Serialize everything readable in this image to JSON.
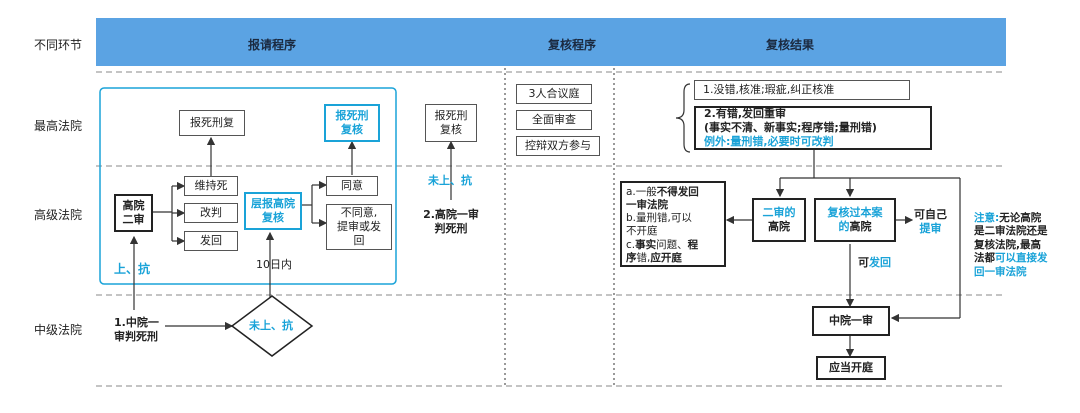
{
  "header": {
    "col0": "不同环节",
    "col1": "报请程序",
    "col2": "复核程序",
    "col3": "复核结果"
  },
  "rows": {
    "supreme": "最高法院",
    "high": "高级法院",
    "intermediate": "中级法院"
  },
  "left": {
    "report_review": "报死刑复",
    "maintain": "维持死",
    "modify": "改判",
    "remand": "发回",
    "high_second_line1": "高院",
    "high_second_line2": "二审",
    "layered_line1": "层报高院",
    "layered_line2": "复核",
    "agree": "同意",
    "disagree_line1": "不同意,",
    "disagree_line2": "提审或发",
    "disagree_line3": "回",
    "report_supreme_line1": "报死刑",
    "report_supreme_line2": "复核",
    "appeal": "上、抗",
    "ten_days": "10日内",
    "first_instance_line1": "1.中院一",
    "first_instance_line2": "审判死刑",
    "no_appeal_diamond": "未上、抗"
  },
  "middle": {
    "report_box_line1": "报死刑",
    "report_box_line2": "复核",
    "no_appeal": "未上、抗",
    "high_first_line1": "2.高院一审",
    "high_first_line2": "判死刑"
  },
  "review": {
    "panel": "3人合议庭",
    "full_review": "全面审查",
    "hearing": "控辩双方参与"
  },
  "result": {
    "correct": "1.没错,核准;瑕疵,纠正核准",
    "error_line1": "2.有错,发回重审",
    "error_line2": "(事实不清、新事实;程序错;量刑错)",
    "exception": "例外:量刑错,必要时可改判",
    "second_court_line1": "二审的",
    "second_court_line2": "高院",
    "review_court_line1": "复核过本案",
    "review_court_line2": "的",
    "review_court_line3": "高院",
    "self_line1": "可自己",
    "self_line2": "提审",
    "can": "可",
    "remand_word": "发回",
    "intermediate_first": "中院一审",
    "must_open": "应当开庭",
    "notes": {
      "a1": "a.一般",
      "a2": "不得发回",
      "a3": "一审法院",
      "b1": "b.量刑错,可以",
      "b2": "不开庭",
      "c1": "c.",
      "c2": "事实",
      "c3": "问题、",
      "c4": "程",
      "c5": "序",
      "c6": "错,",
      "c7": "应开庭"
    },
    "attention_label": "注意:",
    "attention_1": "无论高院",
    "attention_2": "是二审法院还是",
    "attention_3": "复核法院,最高",
    "attention_4": "法都",
    "attention_5": "可以直接发",
    "attention_6": "回一审法院"
  },
  "colors": {
    "header_bg": "#5ba3e3",
    "accent": "#1aa3d8",
    "frame": "#1aa3d8"
  }
}
